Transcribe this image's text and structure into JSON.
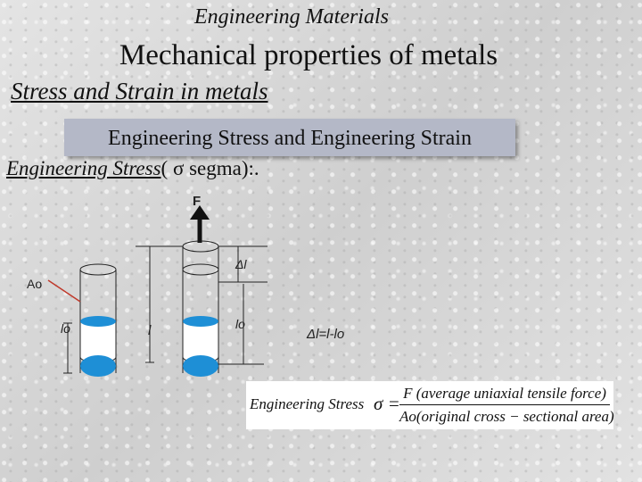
{
  "header": {
    "course": "Engineering Materials",
    "title": "Mechanical properties of metals",
    "subtitle": "Stress and Strain in metals"
  },
  "banner": {
    "text": "Engineering Stress and Engineering Strain"
  },
  "definition": {
    "term": "Engineering Stress",
    "rest": "( σ segma):."
  },
  "diagram": {
    "force_label": "F",
    "delta_label": "Δl",
    "area_label": "Ao",
    "original_length_label_left": "lo",
    "length_label": "l",
    "original_length_label_right": "lo",
    "elongation_formula": "Δl=l-lo",
    "colors": {
      "liquid": "#1e8fd6",
      "arrow": "#111111",
      "pointer": "#c0392b"
    }
  },
  "formula": {
    "lhs": "Engineering Stress",
    "sigma": "σ =",
    "numerator": "F (average uniaxial tensile force)",
    "denominator": "Ao(original cross − sectional area)"
  }
}
